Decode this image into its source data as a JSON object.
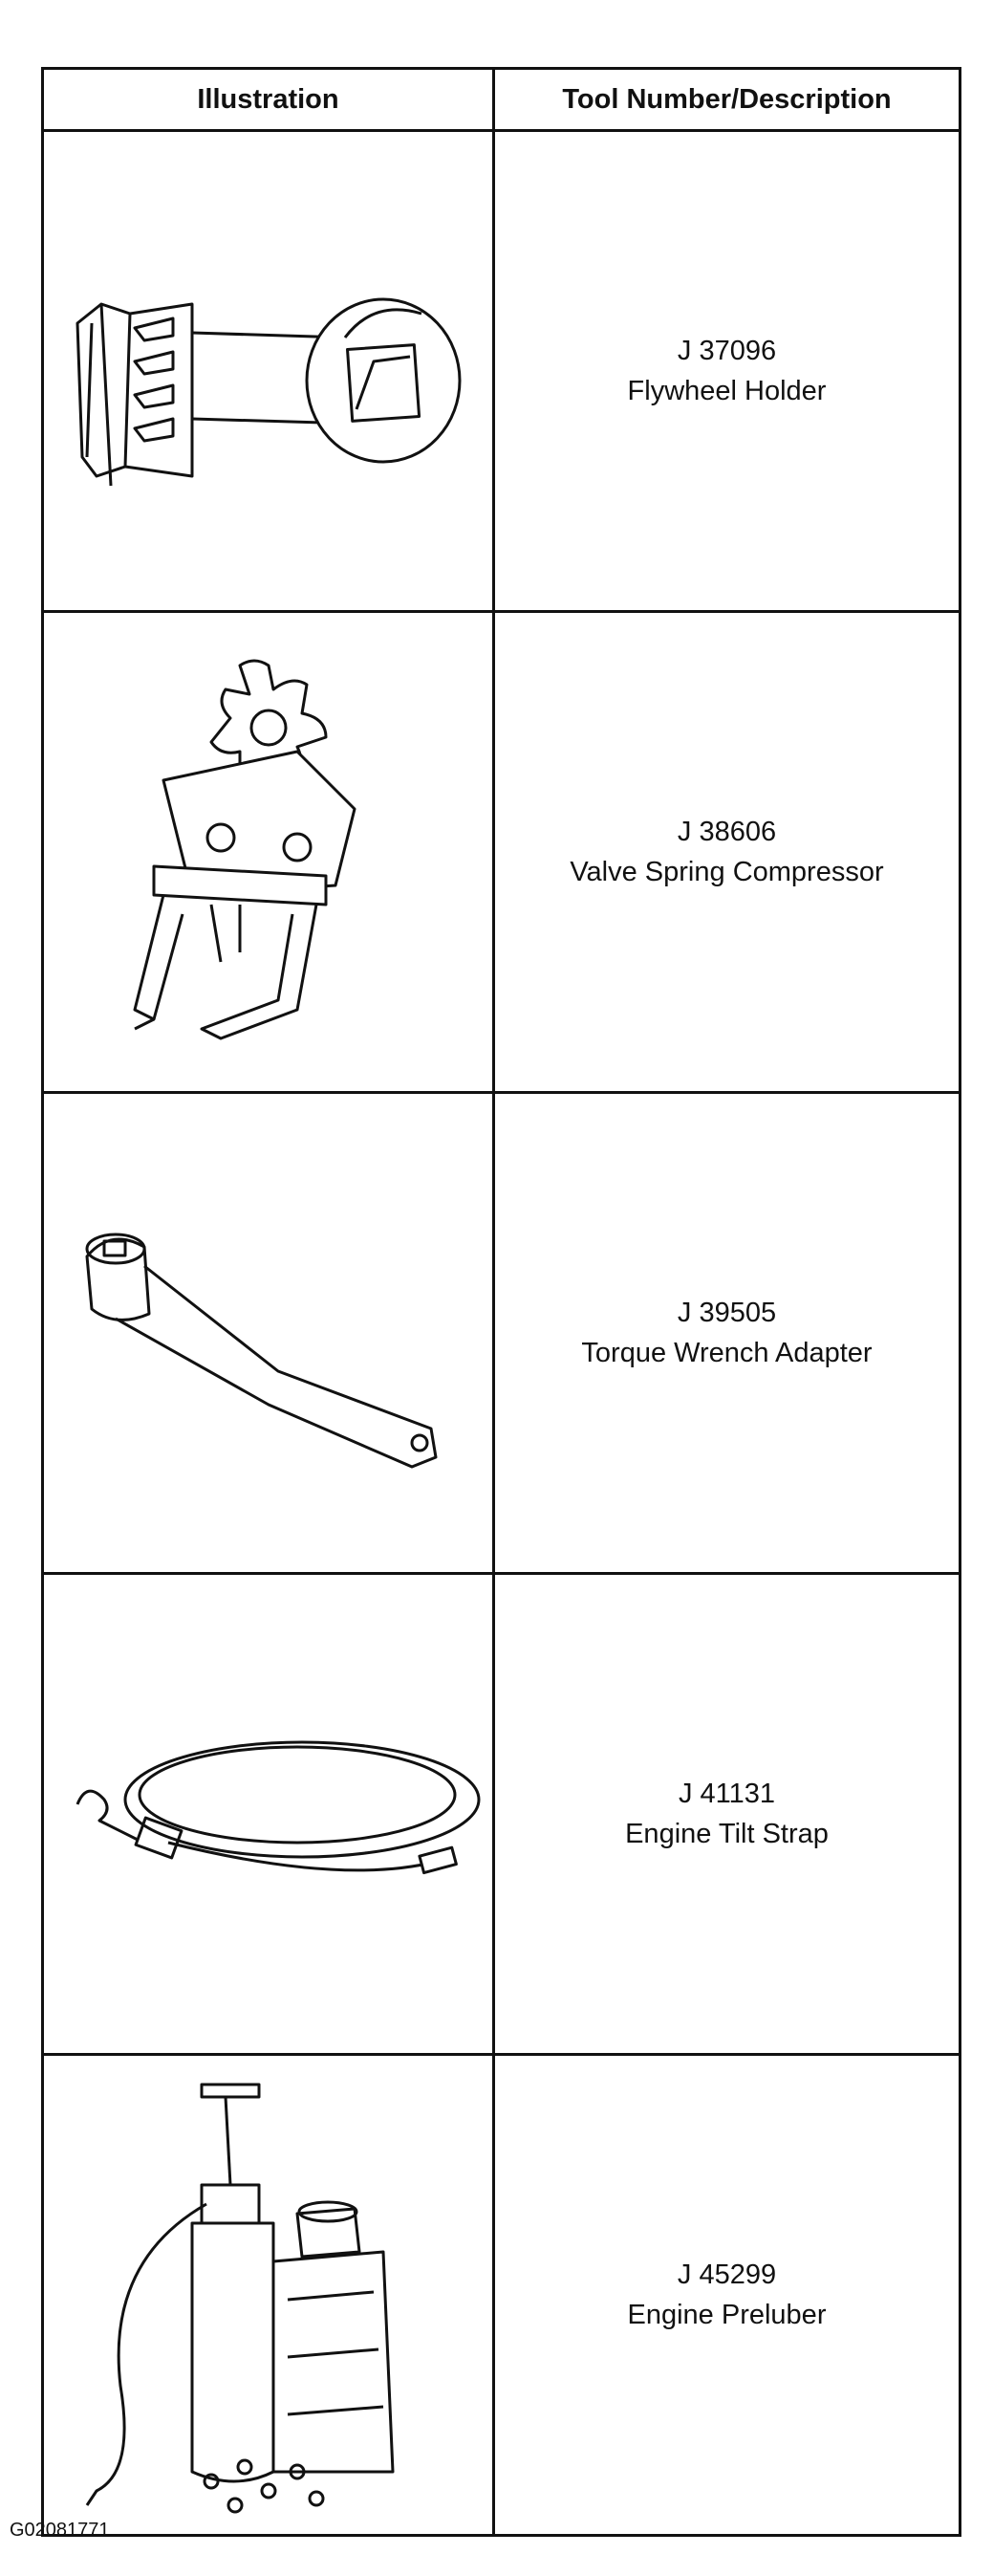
{
  "table": {
    "headers": {
      "illustration": "Illustration",
      "description": "Tool Number/Description"
    },
    "rows": [
      {
        "number": "J 37096",
        "name": "Flywheel Holder",
        "icon": "flywheel-holder-icon"
      },
      {
        "number": "J 38606",
        "name": "Valve Spring Compressor",
        "icon": "valve-spring-compressor-icon"
      },
      {
        "number": "J 39505",
        "name": "Torque Wrench Adapter",
        "icon": "torque-wrench-adapter-icon"
      },
      {
        "number": "J 41131",
        "name": "Engine Tilt Strap",
        "icon": "engine-tilt-strap-icon"
      },
      {
        "number": "J 45299",
        "name": "Engine Preluber",
        "icon": "engine-preluber-icon"
      }
    ]
  },
  "figure_id": "G02081771"
}
